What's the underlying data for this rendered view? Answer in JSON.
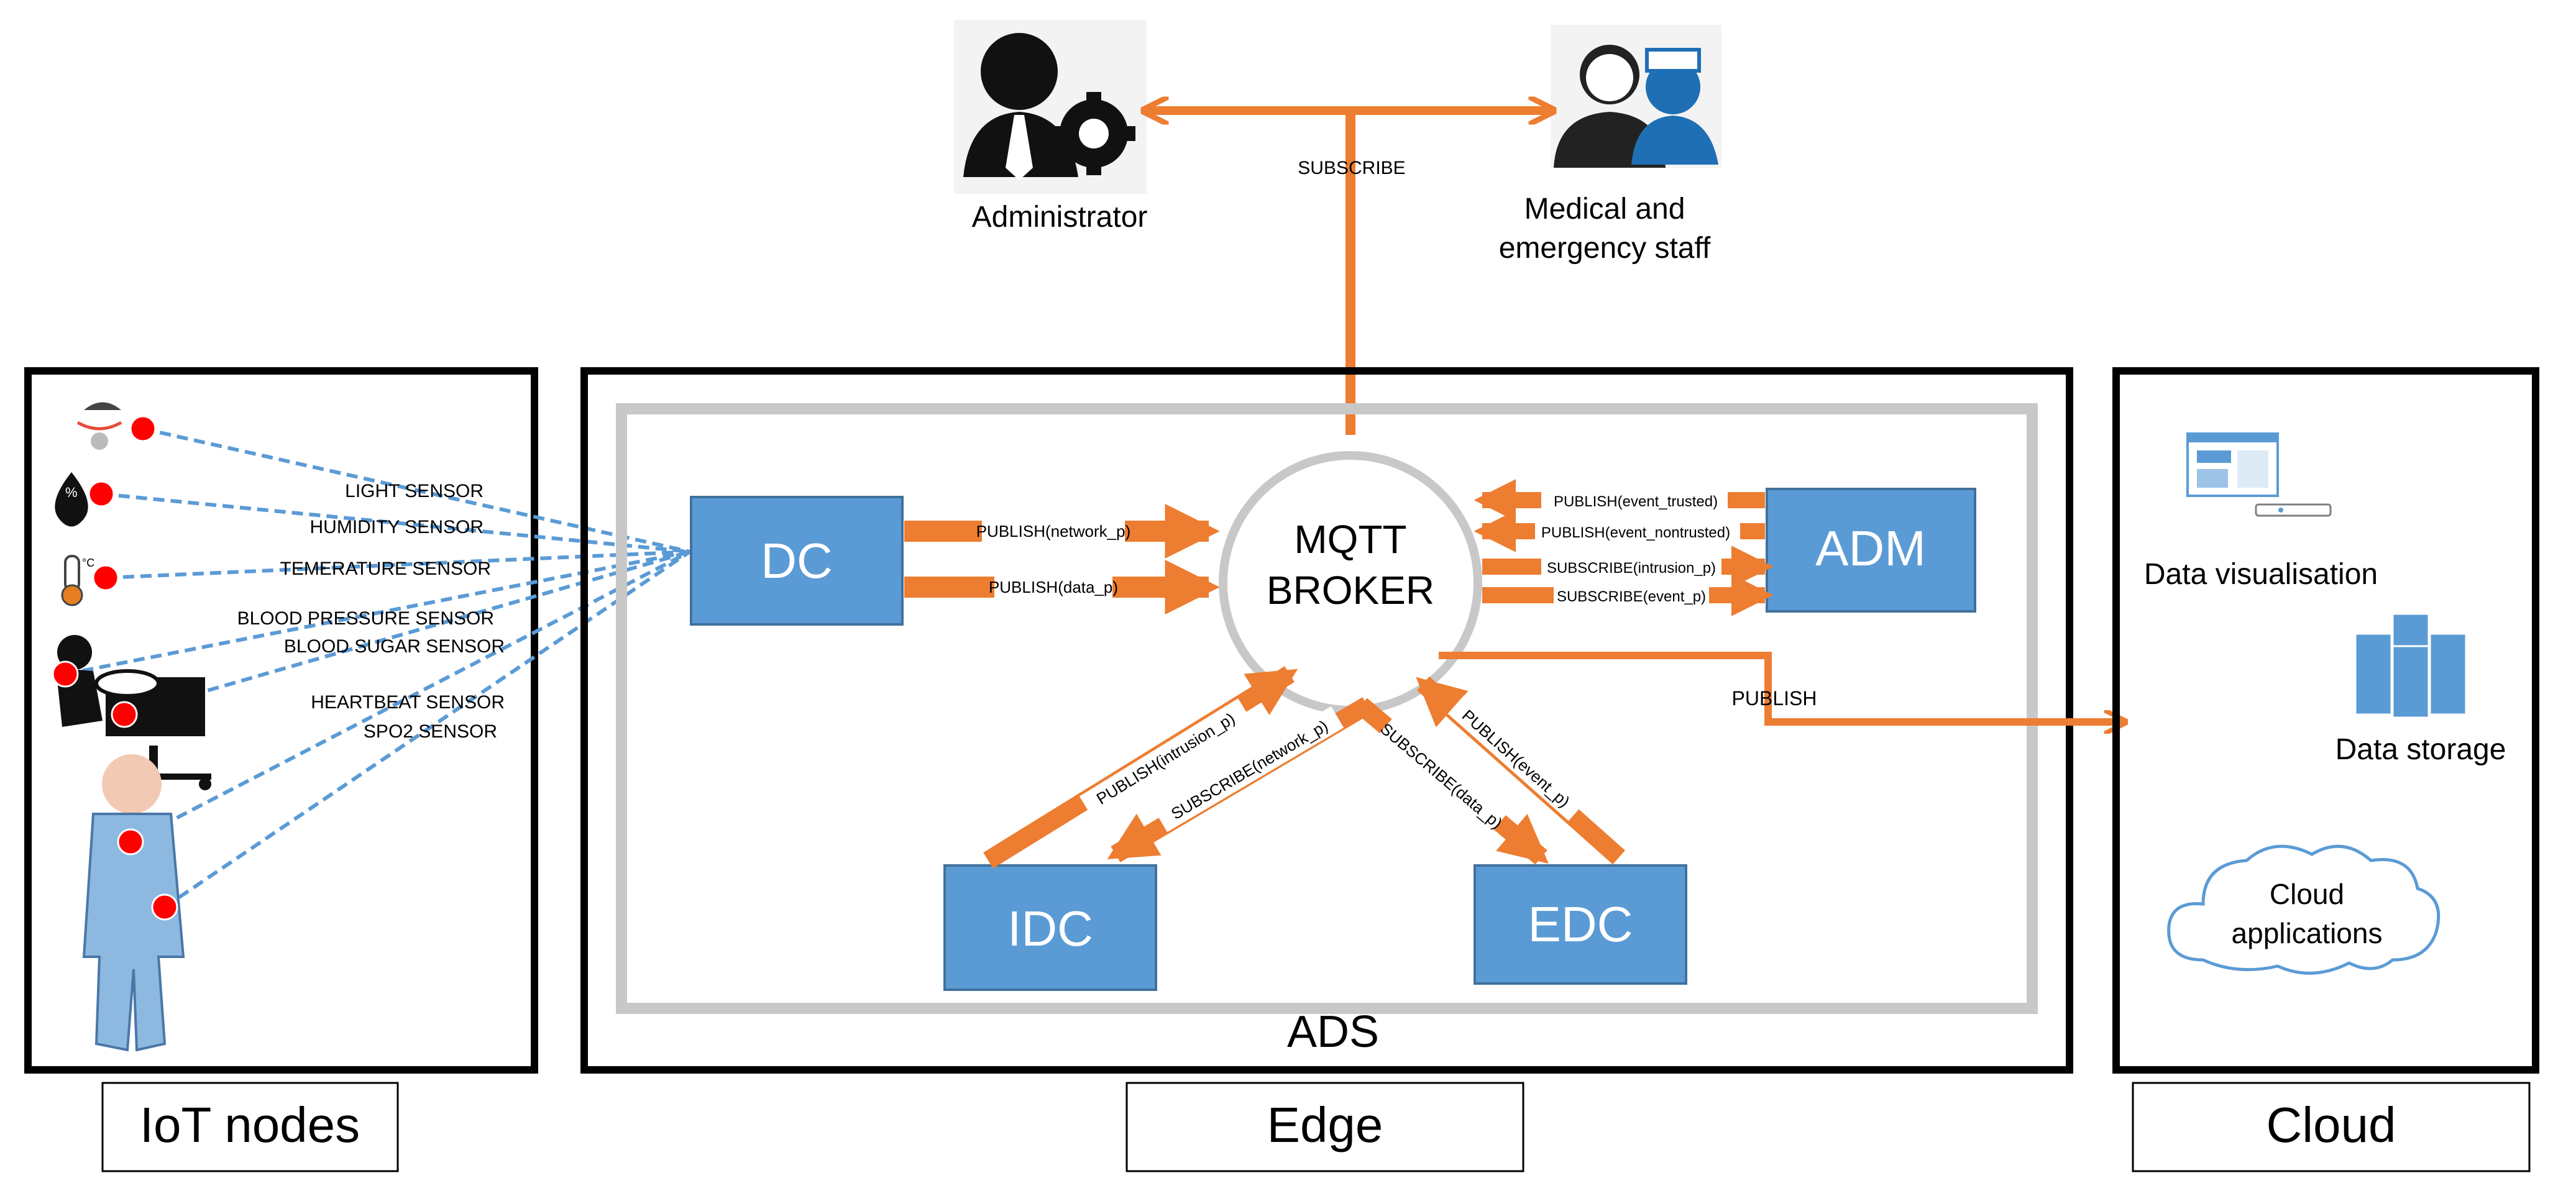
{
  "actors": {
    "administrator": "Administrator",
    "medical_line1": "Medical and",
    "medical_line2": "emergency staff",
    "subscribe_top": "SUBSCRIBE"
  },
  "iot": {
    "sensors": {
      "light": "LIGHT SENSOR",
      "humidity": "HUMIDITY SENSOR",
      "temperature": "TEMERATURE SENSOR",
      "blood_pressure": "BLOOD PRESSURE SENSOR",
      "blood_sugar": "BLOOD SUGAR SENSOR",
      "heartbeat": "HEARTBEAT SENSOR",
      "spo2": "SPO2 SENSOR"
    },
    "caption": "IoT nodes"
  },
  "edge": {
    "caption": "Edge",
    "ads_label": "ADS",
    "dc": "DC",
    "adm": "ADM",
    "idc": "IDC",
    "edc": "EDC",
    "broker_line1": "MQTT",
    "broker_line2": "BROKER",
    "arrows": {
      "pub_network": "PUBLISH(network_p)",
      "pub_data": "PUBLISH(data_p)",
      "pub_event_trusted": "PUBLISH(event_trusted)",
      "pub_event_nontrusted": "PUBLISH(event_nontrusted)",
      "sub_intrusion": "SUBSCRIBE(intrusion_p)",
      "sub_event": "SUBSCRIBE(event_p)",
      "pub_intrusion": "PUBLISH(intrusion_p)",
      "sub_network": "SUBSCRIBE(network_p)",
      "sub_data": "SUBSCRIBE(data_p)",
      "pub_event": "PUBLISH(event_p)",
      "publish_cloud": "PUBLISH"
    }
  },
  "cloud": {
    "caption": "Cloud",
    "data_visualisation": "Data visualisation",
    "data_storage": "Data storage",
    "cloud_apps_line1": "Cloud",
    "cloud_apps_line2": "applications"
  },
  "colors": {
    "orange": "#ED7D31",
    "blue_box": "#5B9BD5",
    "sensor_link": "#5B9BD5",
    "sensor_dot": "#FF0000"
  }
}
